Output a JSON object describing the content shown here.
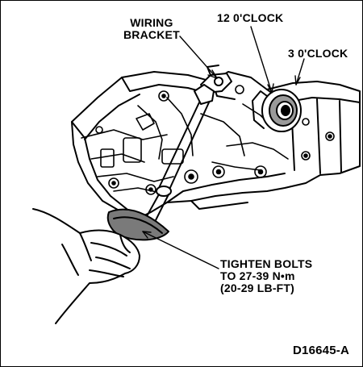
{
  "callouts": {
    "wiring_bracket": {
      "line1": "WIRING",
      "line2": "BRACKET"
    },
    "twelve_oclock": "12 0'CLOCK",
    "three_oclock": "3 0'CLOCK",
    "tighten_bolts": {
      "line1": "TIGHTEN BOLTS",
      "line2": "TO 27-39 N•m",
      "line3": "(20-29 LB-FT)"
    }
  },
  "figure_id": "D16645-A",
  "colors": {
    "ink": "#000000",
    "paper": "#ffffff",
    "shade": "#7a7a7a"
  },
  "icons": {
    "hand": "hand-illustration",
    "wrench": "torque-wrench-illustration",
    "housing": "transmission-housing-illustration"
  }
}
